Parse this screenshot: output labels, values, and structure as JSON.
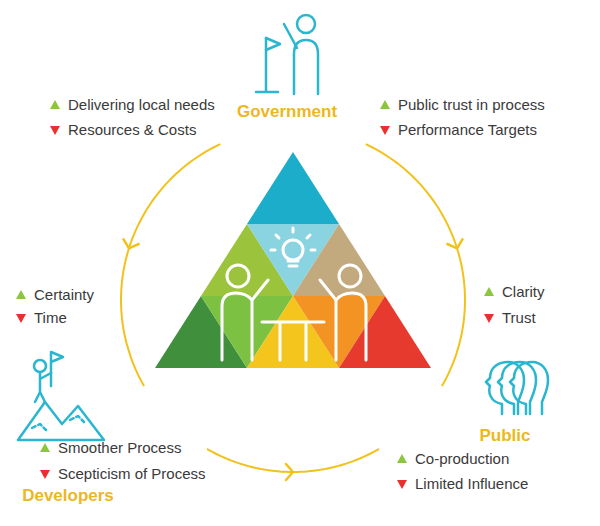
{
  "diagram": {
    "nodes": [
      {
        "text": [
          "Government"
        ]
      },
      {
        "text": [
          "Developers"
        ]
      },
      {
        "text": [
          "Public"
        ]
      }
    ],
    "edges": [
      {
        "from": 0,
        "to": 1,
        "arrow": "to"
      },
      {
        "from": 1,
        "to": 2,
        "arrow": "to"
      },
      {
        "from": 0,
        "to": 2,
        "arrow": "to"
      }
    ],
    "labels": [
      "Delivering local needs",
      "Resources & Costs",
      "Public trust in process",
      "Performance Targets",
      "Certainty",
      "Time",
      "Clarity",
      "Trust",
      "Smoother Process",
      "Scepticism of Process",
      "Co-production",
      "Limited Influence"
    ]
  }
}
